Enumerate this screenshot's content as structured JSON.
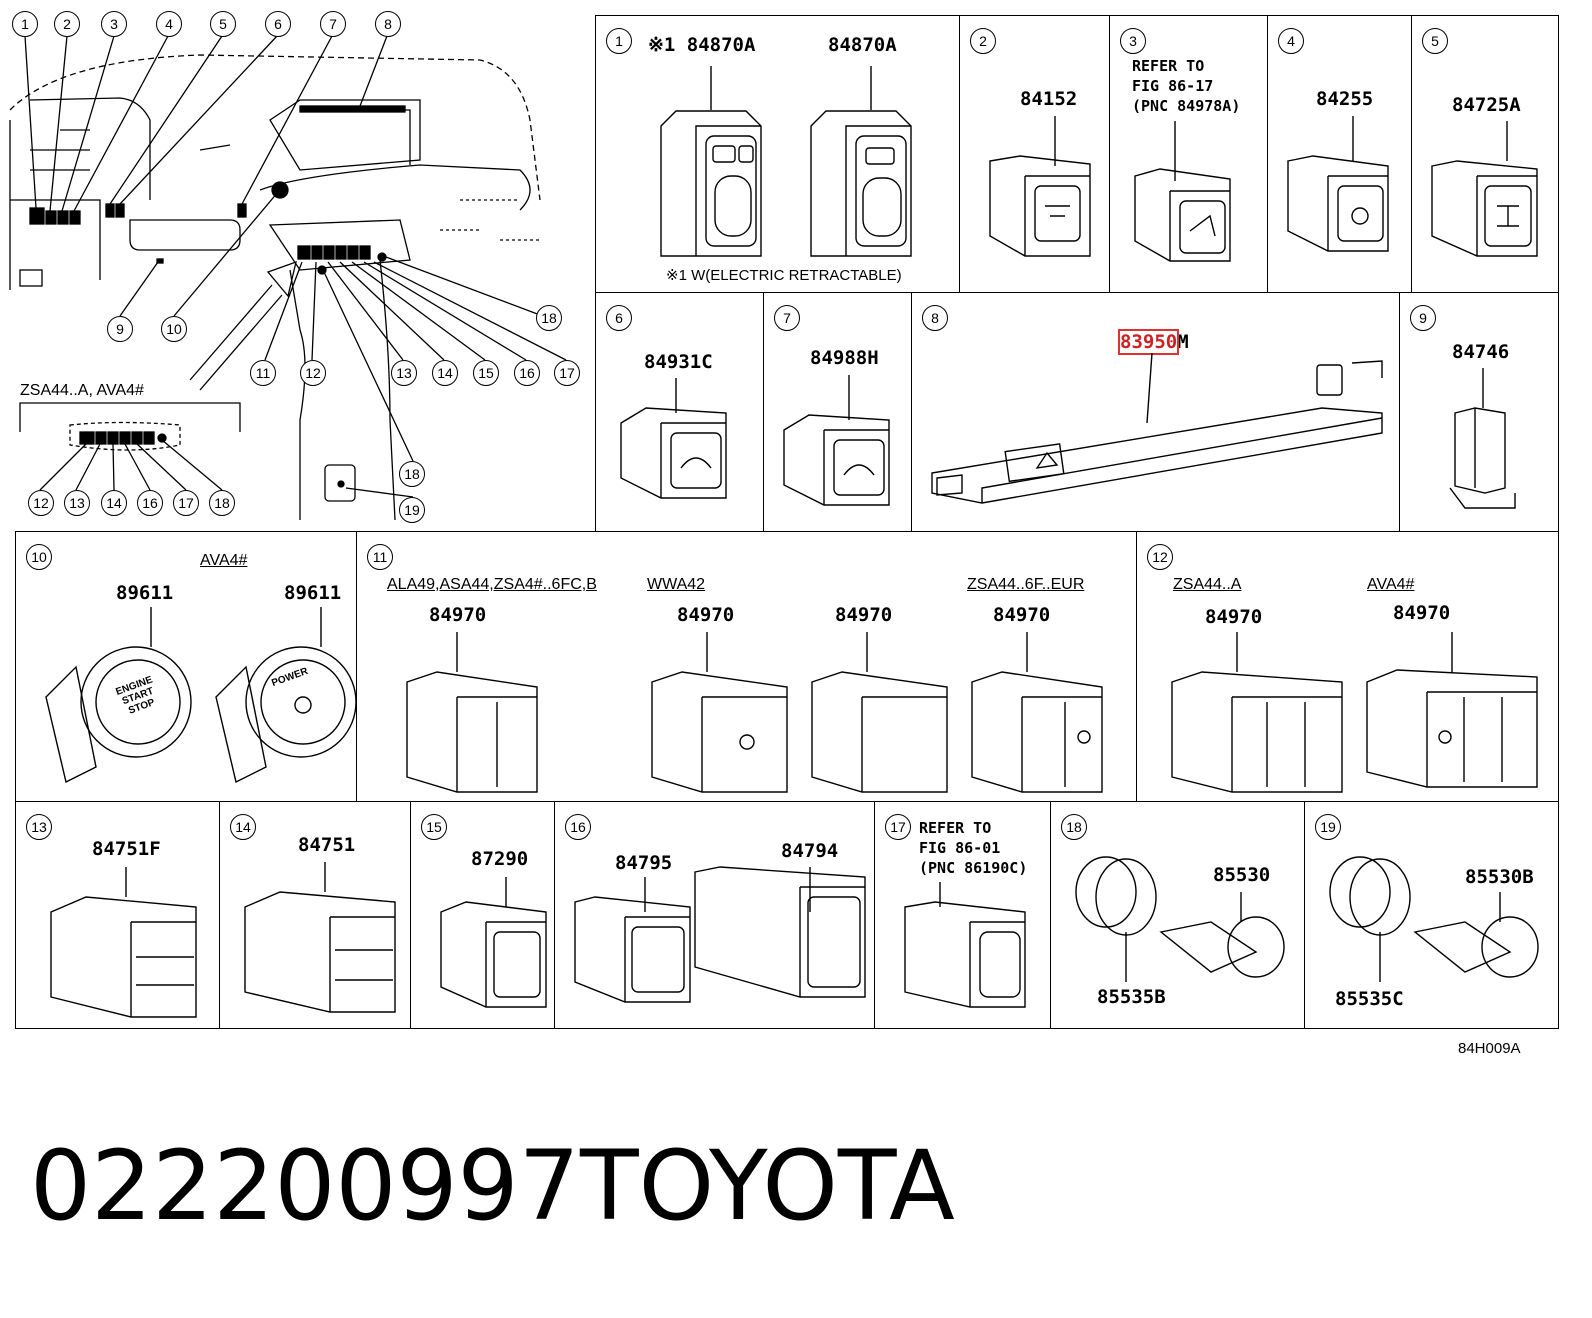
{
  "overview": {
    "callouts": [
      "1",
      "2",
      "3",
      "4",
      "5",
      "6",
      "7",
      "8",
      "9",
      "10",
      "11",
      "12",
      "13",
      "14",
      "15",
      "16",
      "17",
      "18",
      "19"
    ],
    "variant_label": "ZSA44..A, AVA4#",
    "sub_callouts": [
      "12",
      "13",
      "14",
      "16",
      "17",
      "18"
    ],
    "lower_callouts": [
      "18",
      "19"
    ]
  },
  "panels": {
    "p1": {
      "num": "1",
      "pn_a": "※1 84870A",
      "pn_b": "84870A",
      "footnote": "※1 W(ELECTRIC RETRACTABLE)"
    },
    "p2": {
      "num": "2",
      "pn": "84152"
    },
    "p3": {
      "num": "3",
      "refer": "REFER TO\nFIG 86-17\n(PNC 84978A)"
    },
    "p4": {
      "num": "4",
      "pn": "84255"
    },
    "p5": {
      "num": "5",
      "pn": "84725A"
    },
    "p6": {
      "num": "6",
      "pn": "84931C"
    },
    "p7": {
      "num": "7",
      "pn": "84988H"
    },
    "p8": {
      "num": "8",
      "pn_hl": "83950",
      "pn_suffix": "M"
    },
    "p9": {
      "num": "9",
      "pn": "84746"
    },
    "p10": {
      "num": "10",
      "note": "AVA4#",
      "pn_a": "89611",
      "pn_b": "89611",
      "btn_a": "ENGINE START STOP",
      "btn_b": "POWER"
    },
    "p11": {
      "num": "11",
      "note_a": "ALA49,ASA44,ZSA4#..6FC,B",
      "note_b": "WWA42",
      "note_c": "ZSA44..6F..EUR",
      "pn_a": "84970",
      "pn_b": "84970",
      "pn_c": "84970",
      "pn_d": "84970"
    },
    "p12": {
      "num": "12",
      "note_a": "ZSA44..A",
      "note_b": "AVA4#",
      "pn_a": "84970",
      "pn_b": "84970"
    },
    "p13": {
      "num": "13",
      "pn": "84751F"
    },
    "p14": {
      "num": "14",
      "pn": "84751"
    },
    "p15": {
      "num": "15",
      "pn": "87290"
    },
    "p16": {
      "num": "16",
      "pn_a": "84795",
      "pn_b": "84794"
    },
    "p17": {
      "num": "17",
      "refer": "REFER TO\nFIG 86-01\n(PNC 86190C)"
    },
    "p18": {
      "num": "18",
      "pn_a": "85530",
      "pn_b": "85535B"
    },
    "p19": {
      "num": "19",
      "pn_a": "85530B",
      "pn_b": "85535C"
    }
  },
  "figure_code": "84H009A",
  "footer": {
    "part_number": "022200997",
    "brand": "TOYOTA"
  }
}
